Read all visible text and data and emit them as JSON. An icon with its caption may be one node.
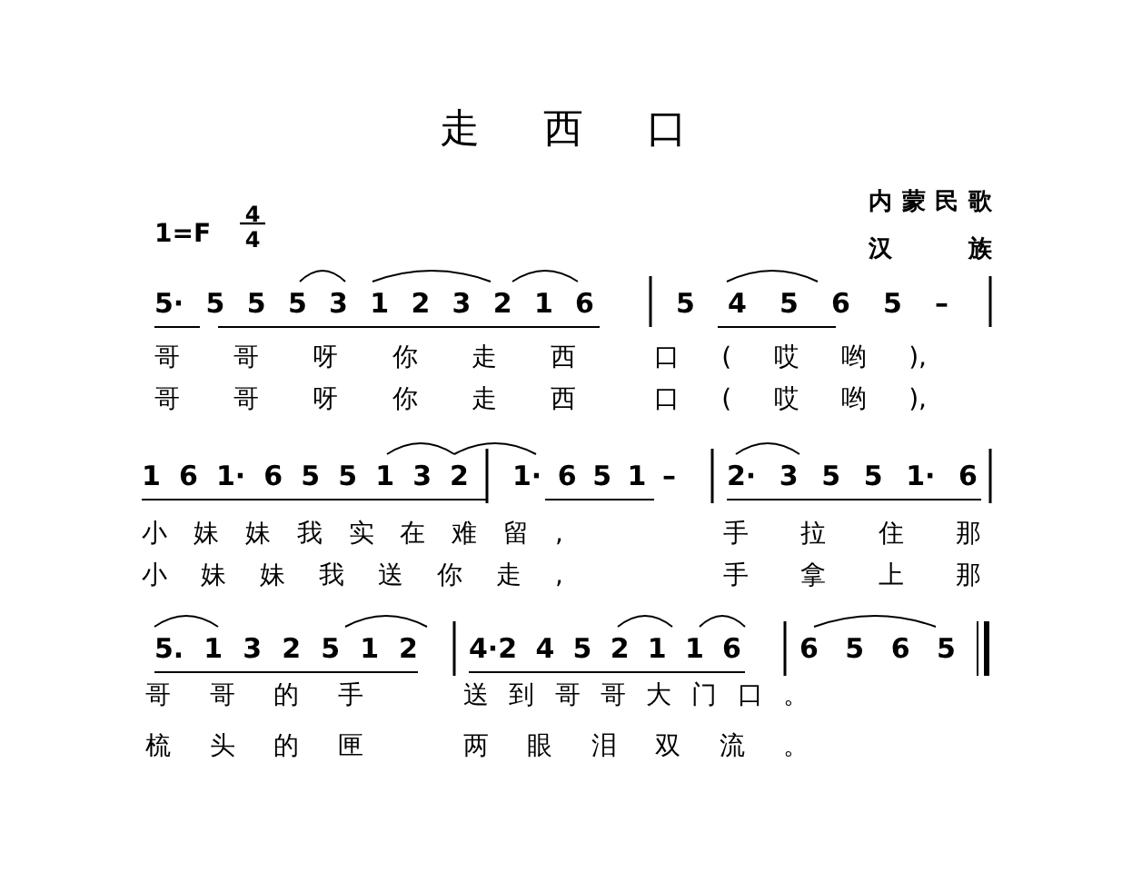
{
  "diagram": {
    "title": "走西口",
    "labels": [
      "内蒙民歌",
      "1=F",
      "4",
      "4",
      "汉族",
      "5· 5 5 5 3 1 2 3 2 1 6",
      "5 4 5 6 5 –",
      "哥哥呀你走西",
      "口(哎哟),",
      "哥哥呀你走西",
      "口(哎哟),",
      "1 6 1· 6 5 5 1 3 2",
      "1· 6 5 1 –",
      "2· 3 5 5 1· 6",
      "小妹妹我实在难留,",
      "手拉住那",
      "小妹妹我送你走,",
      "手拿上那",
      "5. 1 3 2 5 1 2",
      "4·2 4 5 2 1 1 6",
      "6 5 6 5",
      "哥哥的手",
      "送到哥哥大门口。",
      "梳头的匣",
      "两眼泪双流。"
    ]
  }
}
